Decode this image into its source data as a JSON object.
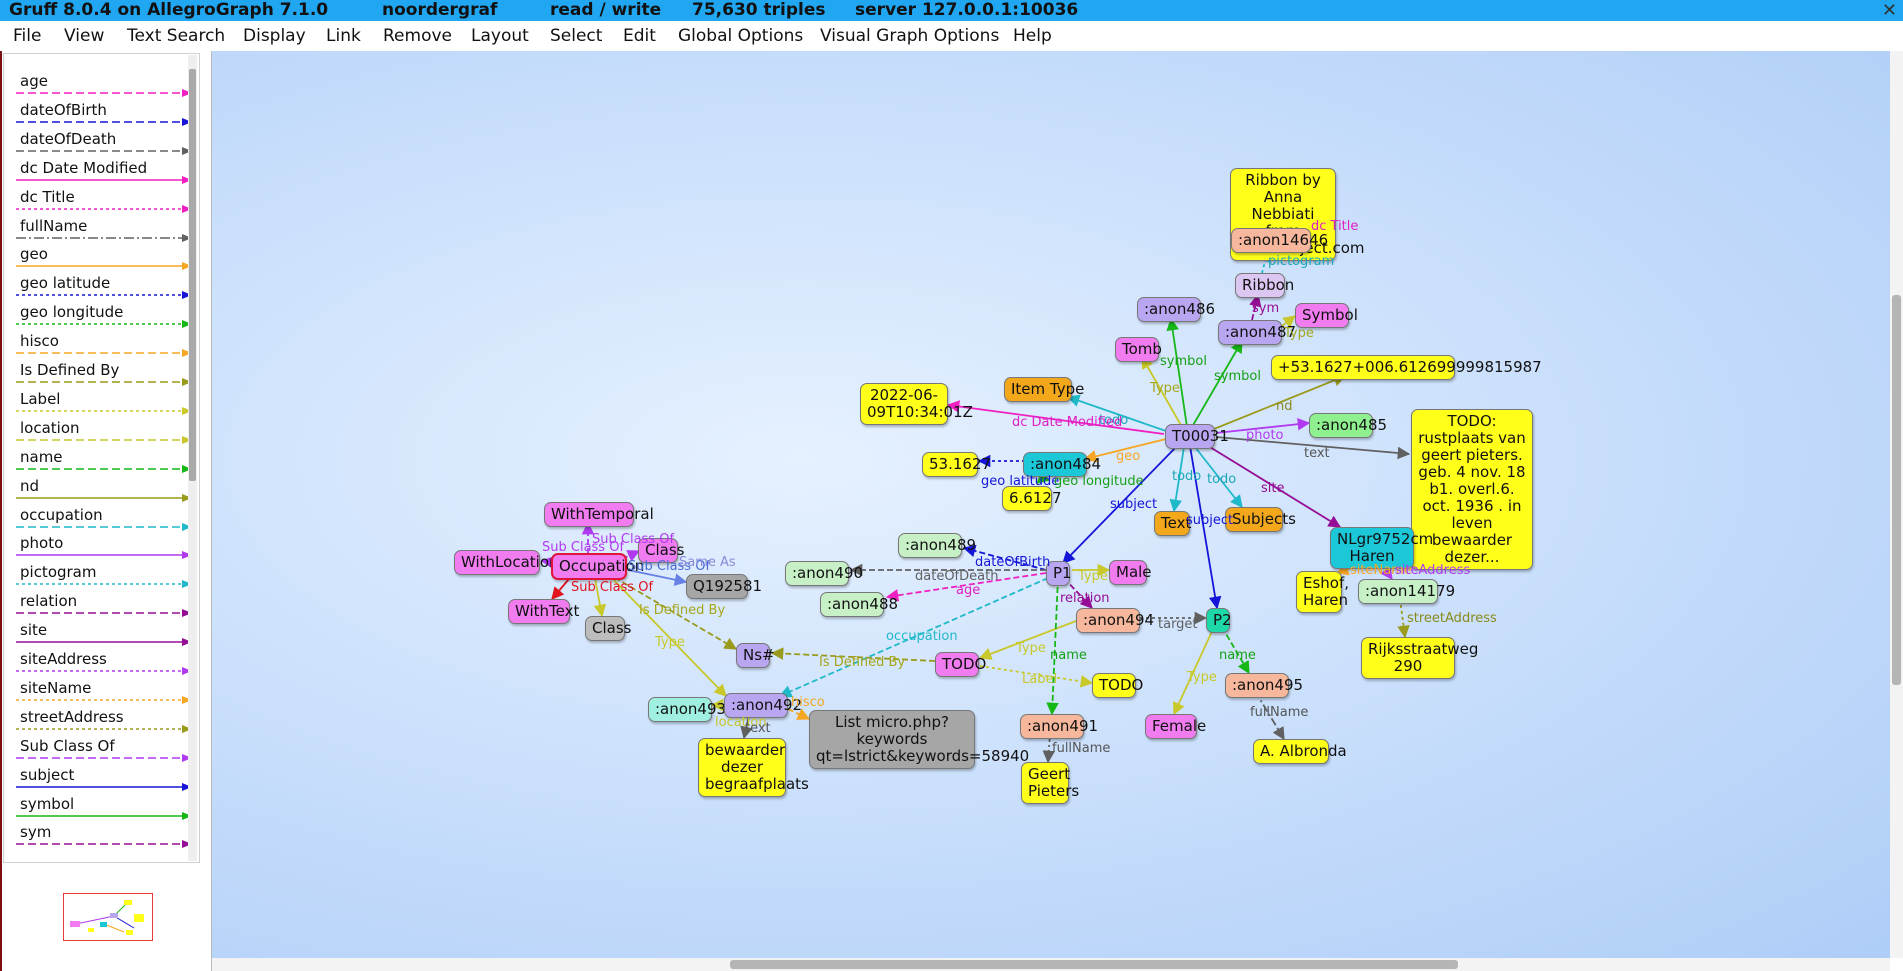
{
  "title": {
    "app": "Gruff 8.0.4 on AllegroGraph 7.1.0",
    "repo": "noordergraf",
    "mode": "read / write",
    "triples": "75,630 triples",
    "server": "server 127.0.0.1:10036",
    "close": "✕"
  },
  "menu": [
    "File",
    "View",
    "Text Search",
    "Display",
    "Link",
    "Remove",
    "Layout",
    "Select",
    "Edit",
    "Global Options",
    "Visual Graph Options",
    "Help"
  ],
  "legend": [
    {
      "label": "age",
      "color": "#f01fc4",
      "dash": "8,4"
    },
    {
      "label": "dateOfBirth",
      "color": "#1515d8",
      "dash": "8,4"
    },
    {
      "label": "dateOfDeath",
      "color": "#606060",
      "dash": "8,4"
    },
    {
      "label": "dc Date Modified",
      "color": "#f01fc4",
      "dash": ""
    },
    {
      "label": "dc Title",
      "color": "#f01fc4",
      "dash": "3,3"
    },
    {
      "label": "fullName",
      "color": "#606060",
      "dash": "10,3,2,3"
    },
    {
      "label": "geo",
      "color": "#f5a623",
      "dash": ""
    },
    {
      "label": "geo latitude",
      "color": "#1515d8",
      "dash": "3,3"
    },
    {
      "label": "geo longitude",
      "color": "#16b716",
      "dash": "3,3"
    },
    {
      "label": "hisco",
      "color": "#f5a623",
      "dash": "8,4"
    },
    {
      "label": "Is Defined By",
      "color": "#9a9a1c",
      "dash": "8,4"
    },
    {
      "label": "Label",
      "color": "#c8c82a",
      "dash": "3,3"
    },
    {
      "label": "location",
      "color": "#c8c82a",
      "dash": "8,4"
    },
    {
      "label": "name",
      "color": "#16b716",
      "dash": "8,4"
    },
    {
      "label": "nd",
      "color": "#9a9a1c",
      "dash": ""
    },
    {
      "label": "occupation",
      "color": "#1fb9c9",
      "dash": "8,4"
    },
    {
      "label": "photo",
      "color": "#b13af0",
      "dash": ""
    },
    {
      "label": "pictogram",
      "color": "#1fb9c9",
      "dash": "3,3"
    },
    {
      "label": "relation",
      "color": "#950d95",
      "dash": "8,4"
    },
    {
      "label": "site",
      "color": "#950d95",
      "dash": ""
    },
    {
      "label": "siteAddress",
      "color": "#b13af0",
      "dash": "3,3"
    },
    {
      "label": "siteName",
      "color": "#f5a623",
      "dash": "3,3"
    },
    {
      "label": "streetAddress",
      "color": "#9a9a1c",
      "dash": "3,3"
    },
    {
      "label": "Sub Class Of",
      "color": "#b13af0",
      "dash": "8,4"
    },
    {
      "label": "subject",
      "color": "#1515d8",
      "dash": ""
    },
    {
      "label": "symbol",
      "color": "#16b716",
      "dash": ""
    },
    {
      "label": "sym",
      "color": "#950d95",
      "dash": "8,4"
    }
  ],
  "nodes": {
    "ribbonCredit": "Ribbon by Anna Nebbiati from NounProject.com",
    "anon14646": ":anon14646",
    "ribbon": "Ribbon",
    "anon486": ":anon486",
    "anon487": ":anon487",
    "symbol": "Symbol",
    "tomb": "Tomb",
    "coords": "+53.1627+006.612699999815987",
    "itemType": "Item Type",
    "date": "2022-06-09T10:34:01Z",
    "t00031": "T00031",
    "anon485": ":anon485",
    "todoNote": "TODO: rustplaats van geert pieters. geb. 4 nov. 18 b1. overl.6. oct. 1936 . in leven bewaarder dezer...",
    "lat": "53.1627",
    "anon484": ":anon484",
    "lon": "6.6127",
    "text": "Text",
    "subjects": "Subjects",
    "nlgr": "NLgr9752cm Haren",
    "withTemporal": "WithTemporal",
    "classTop": "Class",
    "withLocation": "WithLocation",
    "occupation": "Occupation",
    "q192581": "Q192581",
    "withText": "WithText",
    "classBottom": "Class",
    "anon489": ":anon489",
    "anon490": ":anon490",
    "p1": "P1",
    "male": "Male",
    "anon488": ":anon488",
    "anon494": ":anon494",
    "p2": "P2",
    "eshof": "Eshof, Haren",
    "anon14179": ":anon14179",
    "rijks": "Rijksstraatweg 290",
    "ns": "Ns#",
    "todo1": "TODO",
    "todo2": "TODO",
    "anon495": ":anon495",
    "anon493": ":anon493",
    "anon492": ":anon492",
    "listMicro": "List micro.php?keywords qt=lstrict&keywords=58940",
    "anon491": ":anon491",
    "female": "Female",
    "albronda": "A. Albronda",
    "bewaarder": "bewaarder dezer begraafplaats",
    "geert": "Geert Pieters"
  },
  "edgeLabels": {
    "dcTitle": "dc Title",
    "pictogram": "pictogram",
    "sym": "sym",
    "type": "Type",
    "symbol": "symbol",
    "nd": "nd",
    "todo": "todo",
    "dcDateModified": "dc Date Modified",
    "photo": "photo",
    "text": "text",
    "geo": "geo",
    "geoLatitude": "geo latitude",
    "geoLongitude": "geo longitude",
    "subject": "subject",
    "site": "site",
    "siteName": "siteName",
    "siteAddress": "siteAddress",
    "streetAddress": "streetAddress",
    "subClassOf": "Sub Class Of",
    "sameAs": "Same As",
    "isDefinedBy": "Is Defined By",
    "dateOfBirth": "dateOfBirth",
    "dateOfDeath": "dateOfDeath",
    "age": "age",
    "relation": "relation",
    "target": "target",
    "occupation": "occupation",
    "label": "Label",
    "name": "name",
    "fullName": "fullName",
    "location": "location",
    "hisco": "hisco"
  },
  "colors": {
    "titlebar": "#21a6f1",
    "yellowNode": "#ffff1a",
    "pinkNode": "#f07cf0",
    "lavenderNode": "#b9a6f0",
    "cyanNode": "#1cc7d8",
    "salmonNode": "#f6b79c",
    "mintNode": "#c7f0c7",
    "grayNode": "#a6a6a6"
  }
}
